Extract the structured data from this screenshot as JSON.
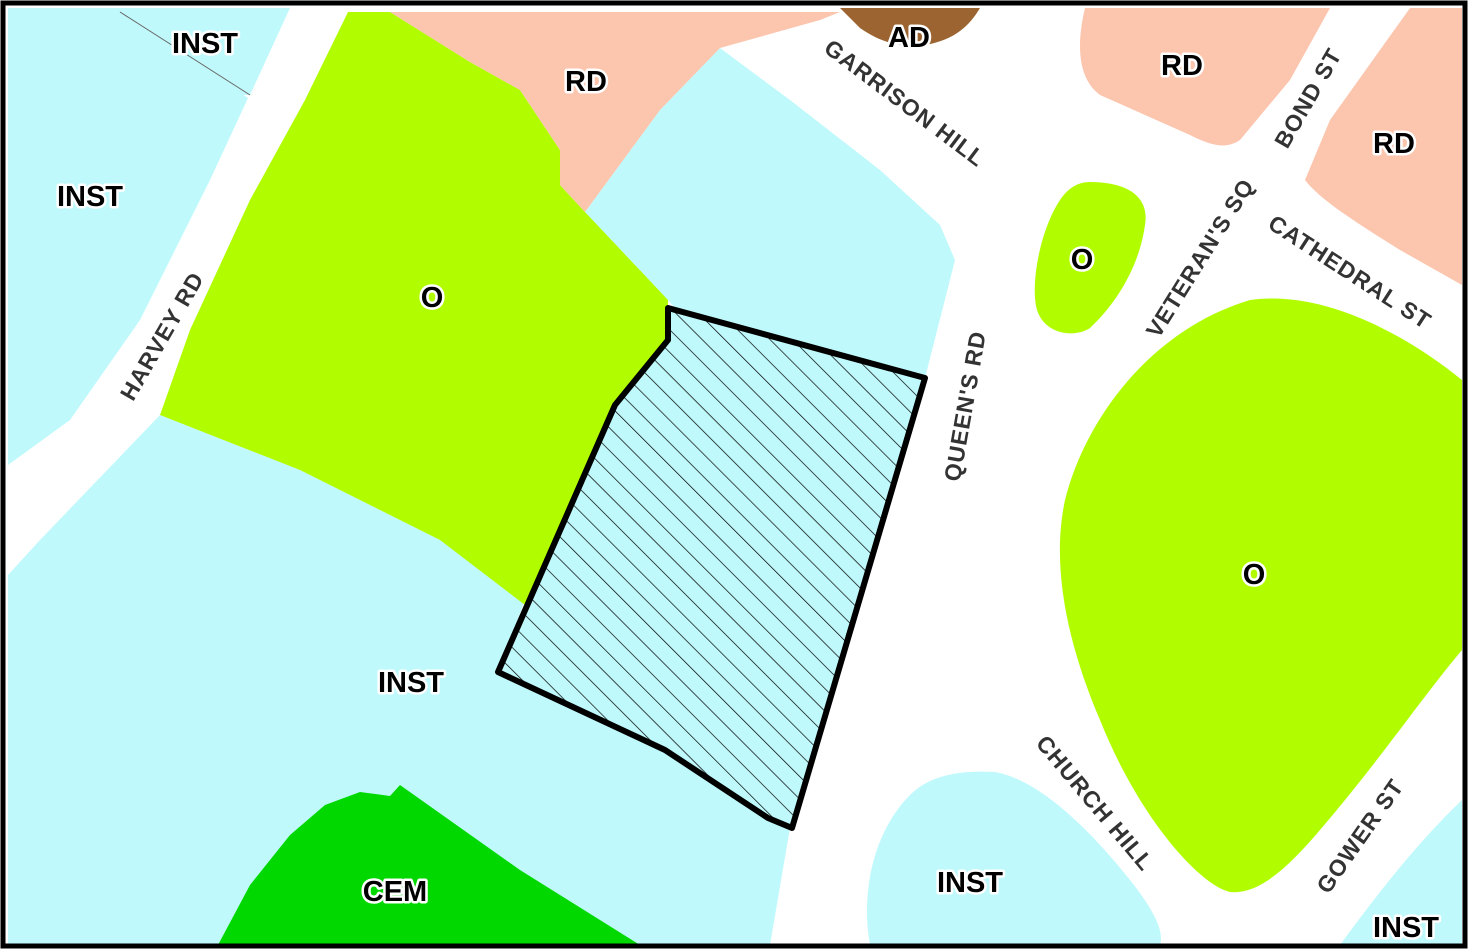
{
  "colors": {
    "inst": "#c0f9fb",
    "open_space": "#b1fd00",
    "rd": "#fcc5ad",
    "cem": "#00d800",
    "ad": "#9b6431",
    "road": "#ffffff",
    "subject_outline": "#000000"
  },
  "zones": {
    "inst_top_left": "INST",
    "inst_left": "INST",
    "inst_center": "INST",
    "inst_bottom": "INST",
    "inst_bottom_right": "INST",
    "o_left": "O",
    "o_small": "O",
    "o_right": "O",
    "rd_top": "RD",
    "rd_top_right": "RD",
    "rd_right": "RD",
    "ad_top": "AD",
    "cem_bottom": "CEM"
  },
  "streets": {
    "harvey_rd": "HARVEY RD",
    "garrison_hill": "GARRISON HILL",
    "queens_rd": "QUEEN'S RD",
    "veterans_sq": "VETERAN'S SQ",
    "bond_st": "BOND ST",
    "cathedral_st": "CATHEDRAL ST",
    "church_hill": "CHURCH HILL",
    "gower_st": "GOWER ST"
  }
}
